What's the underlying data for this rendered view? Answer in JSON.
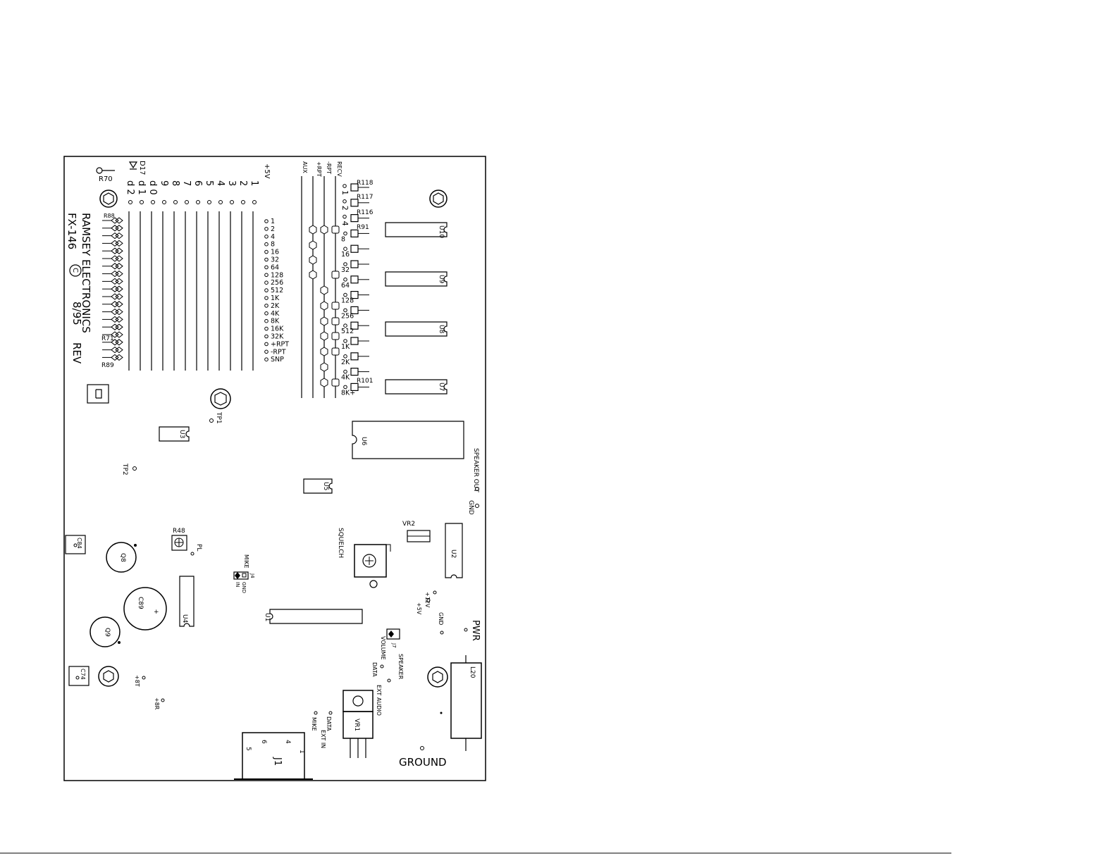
{
  "board": {
    "maker": "RAMSEY ELECTRONICS",
    "model": "FX-146",
    "copyright": "C",
    "date": "8/95",
    "rev": "REV"
  },
  "labels": {
    "d17": "D17",
    "r70": "R70",
    "r88": "R88",
    "r71": "R71",
    "r89": "R89",
    "plus5v": "+5V",
    "aux": "AUX",
    "plus_rpt_col": "+RPT",
    "minus_rpt_col": "-RPT",
    "recv": "RECV",
    "r118": "R118",
    "r117": "R117",
    "r116": "R116",
    "r91": "R91",
    "r101": "R101",
    "u10": "U10",
    "u9": "U9",
    "u8": "U8",
    "u7": "U7",
    "u6": "U6",
    "u5": "U5",
    "u3": "U3",
    "u4": "U4",
    "u1": "U1",
    "u2": "U2",
    "tp1": "TP1",
    "tp2": "TP2",
    "speaker_out": "SPEAKER OUT",
    "gnd": "GND",
    "vr2": "VR2",
    "squelch": "SQUELCH",
    "r48": "R48",
    "c84": "C84",
    "q8": "Q8",
    "c89": "C89",
    "q9": "Q9",
    "pl": "PL",
    "mike": "MIKE",
    "j4": "J4",
    "j4_gnd": "GND",
    "j4_in": "IN",
    "plus12v": "+12V",
    "plus5v_pwr": "+5V",
    "gnd_pwr": "GND",
    "pwr": "PWR",
    "speaker2": "SPEAKER",
    "j7": "J7",
    "volume": "VOLUME",
    "data": "DATA",
    "ext_audio": "EXT AUDIO",
    "l20": "L20",
    "c74": "C74",
    "plus8t": "+8T",
    "plus8r": "+8R",
    "vr1": "VR1",
    "data_out": "DATA",
    "ext_in": "EXT IN",
    "mike_j1": "MIKE",
    "j1": "J1",
    "j1_pins": [
      "5",
      "6",
      "4",
      "1"
    ],
    "ground": "GROUND"
  },
  "digit_labels": [
    "d 2",
    "d 1",
    "d 0",
    "9",
    "8",
    "7",
    "6",
    "5",
    "4",
    "3",
    "2",
    "1"
  ],
  "code_labels": [
    "1",
    "2",
    "4",
    "8",
    "16",
    "32",
    "64",
    "128",
    "256",
    "512",
    "1K",
    "2K",
    "4K",
    "8K",
    "16K",
    "32K",
    "+RPT",
    "-RPT",
    "SNP"
  ],
  "right_codes": [
    "1",
    "2",
    "4",
    "8",
    "16",
    "32",
    "64",
    "128",
    "256",
    "512",
    "1K",
    "2K",
    "4K",
    "8K+"
  ]
}
